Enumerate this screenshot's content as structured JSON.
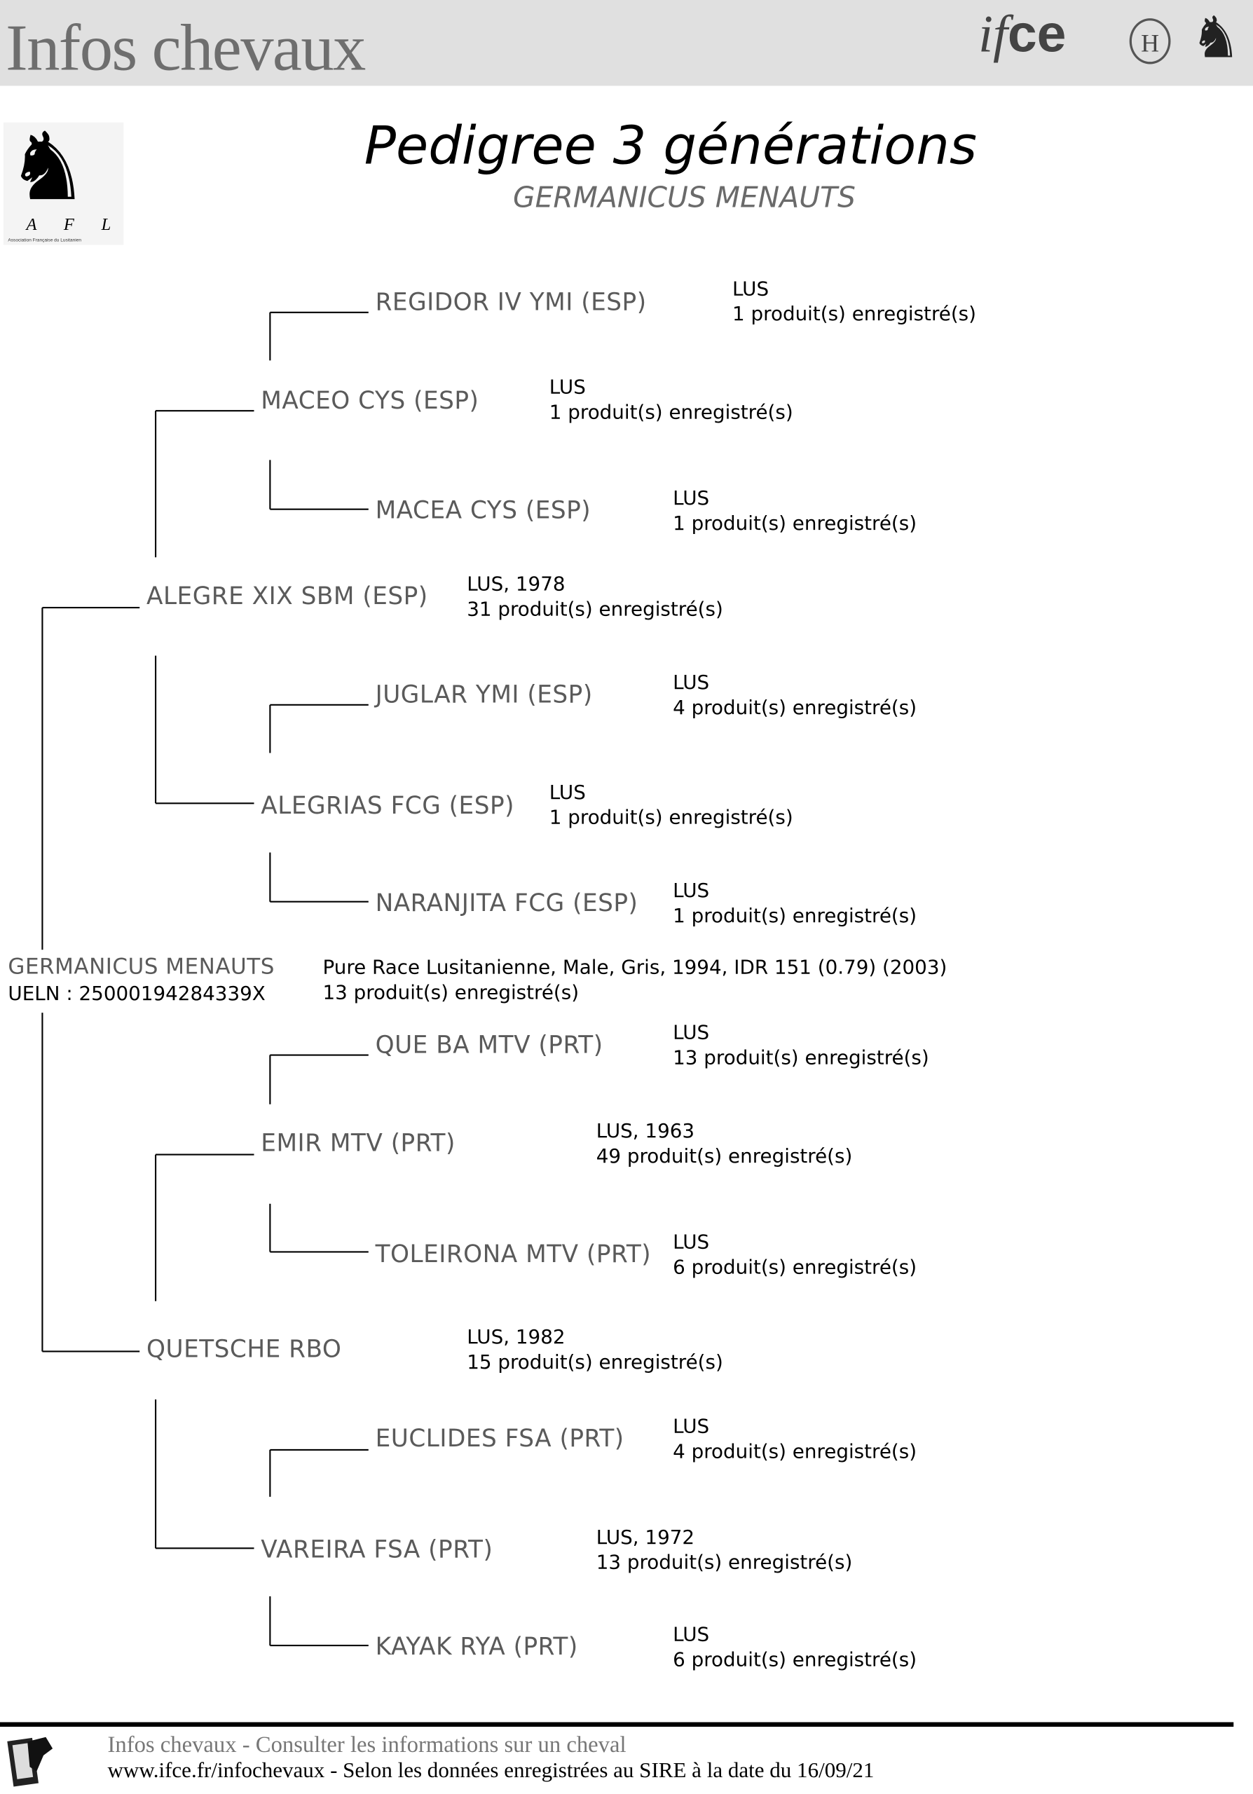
{
  "header": {
    "title": "Infos chevaux",
    "logo_text": "ifce",
    "crest_letter": "H"
  },
  "afl_logo": {
    "letters": "A F L",
    "subtitle": "Association Française du Lusitanien"
  },
  "page_title": "Pedigree 3 générations",
  "horse_name": "GERMANICUS MENAUTS",
  "subject": {
    "name": "GERMANICUS MENAUTS",
    "ueln": "UELN : 25000194284339X",
    "info_line1": "Pure Race Lusitanienne, Male, Gris, 1994, IDR 151 (0.79) (2003)",
    "info_line2": "13 produit(s) enregistré(s)"
  },
  "ancestors": [
    {
      "name": "REGIDOR IV YMI (ESP)",
      "info1": "LUS",
      "info2": "1 produit(s) enregistré(s)"
    },
    {
      "name": "MACEO CYS (ESP)",
      "info1": "LUS",
      "info2": "1 produit(s) enregistré(s)"
    },
    {
      "name": "MACEA CYS (ESP)",
      "info1": "LUS",
      "info2": "1 produit(s) enregistré(s)"
    },
    {
      "name": "ALEGRE XIX SBM (ESP)",
      "info1": "LUS, 1978",
      "info2": "31 produit(s) enregistré(s)"
    },
    {
      "name": "JUGLAR YMI (ESP)",
      "info1": "LUS",
      "info2": "4 produit(s) enregistré(s)"
    },
    {
      "name": "ALEGRIAS FCG (ESP)",
      "info1": "LUS",
      "info2": "1 produit(s) enregistré(s)"
    },
    {
      "name": "NARANJITA FCG (ESP)",
      "info1": "LUS",
      "info2": "1 produit(s) enregistré(s)"
    },
    {
      "name": "QUE BA MTV (PRT)",
      "info1": "LUS",
      "info2": "13 produit(s) enregistré(s)"
    },
    {
      "name": "EMIR MTV (PRT)",
      "info1": "LUS, 1963",
      "info2": "49 produit(s) enregistré(s)"
    },
    {
      "name": "TOLEIRONA MTV (PRT)",
      "info1": "LUS",
      "info2": "6 produit(s) enregistré(s)"
    },
    {
      "name": "QUETSCHE RBO",
      "info1": "LUS, 1982",
      "info2": "15 produit(s) enregistré(s)"
    },
    {
      "name": "EUCLIDES FSA (PRT)",
      "info1": "LUS",
      "info2": "4 produit(s) enregistré(s)"
    },
    {
      "name": "VAREIRA FSA (PRT)",
      "info1": "LUS, 1972",
      "info2": "13 produit(s) enregistré(s)"
    },
    {
      "name": "KAYAK RYA (PRT)",
      "info1": "LUS",
      "info2": "6 produit(s) enregistré(s)"
    }
  ],
  "footer": {
    "line1": "Infos chevaux - Consulter les informations sur un cheval",
    "line2": "www.ifce.fr/infochevaux - Selon les données enregistrées au SIRE à la date du 16/09/21"
  }
}
